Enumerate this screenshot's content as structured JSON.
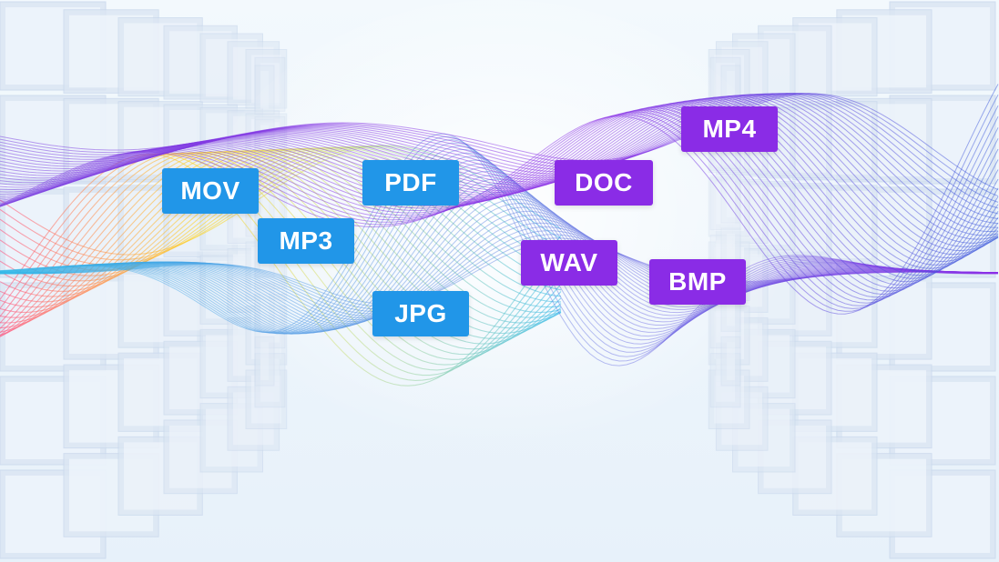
{
  "tags": [
    {
      "id": "mov",
      "label": "MOV",
      "color": "#2196e8"
    },
    {
      "id": "mp3",
      "label": "MP3",
      "color": "#2196e8"
    },
    {
      "id": "pdf",
      "label": "PDF",
      "color": "#2196e8"
    },
    {
      "id": "jpg",
      "label": "JPG",
      "color": "#2196e8"
    },
    {
      "id": "doc",
      "label": "DOC",
      "color": "#8a2ce6"
    },
    {
      "id": "wav",
      "label": "WAV",
      "color": "#8a2ce6"
    },
    {
      "id": "mp4",
      "label": "MP4",
      "color": "#8a2ce6"
    },
    {
      "id": "bmp",
      "label": "BMP",
      "color": "#8a2ce6"
    }
  ],
  "colors": {
    "background": "#eef6fb",
    "shelf": "#c9d8ec",
    "wave_warm_start": "#ff4d7a",
    "wave_warm_mid": "#ffd21a",
    "wave_cool": "#32b8e8",
    "wave_purple": "#8a2ce6",
    "wave_blue_end": "#3b5bd9"
  }
}
